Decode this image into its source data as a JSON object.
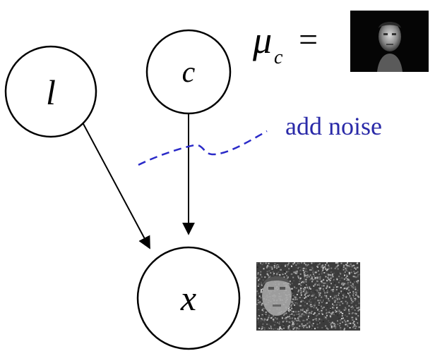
{
  "nodes": {
    "l": {
      "label": "l"
    },
    "c": {
      "label": "c"
    },
    "x": {
      "label": "x"
    }
  },
  "mean": {
    "symbol": "μ",
    "subscript": "c",
    "equals": "="
  },
  "annotation": {
    "text": "add noise",
    "color": "#2a2aa8"
  },
  "images": {
    "mean_face": "face-thumbnail-icon",
    "noisy_face": "noisy-face-thumbnail-icon"
  }
}
